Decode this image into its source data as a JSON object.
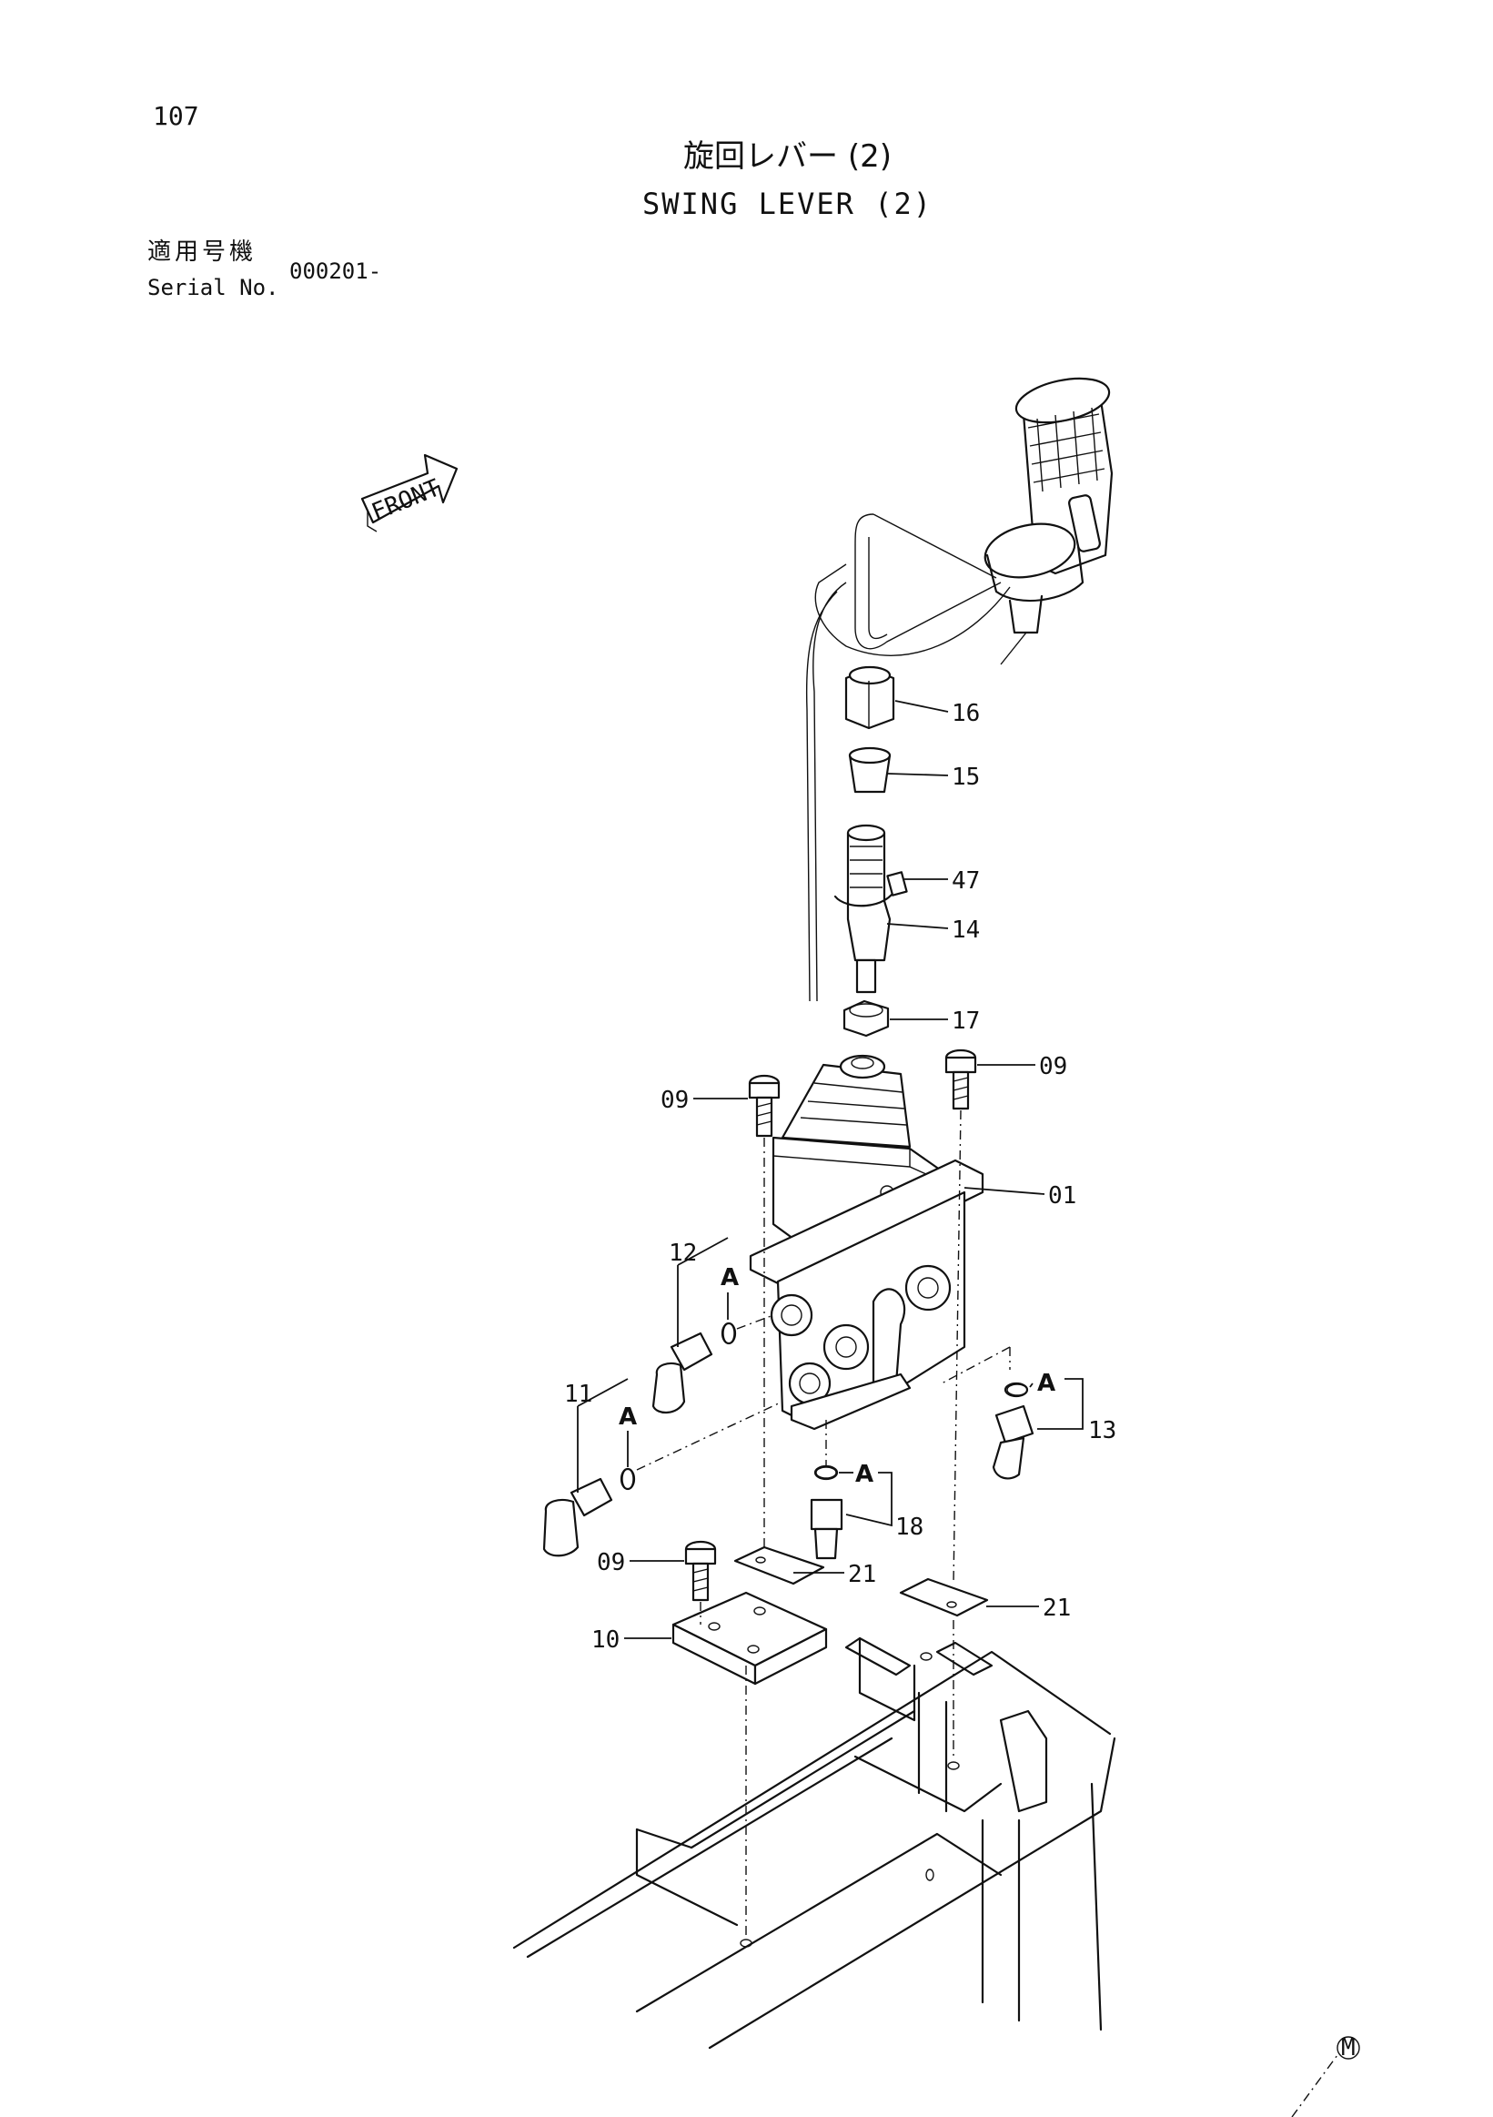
{
  "page": {
    "number": "107",
    "title_ja": "旋回レバー (2)",
    "title_en": "SWING LEVER (2)",
    "serial_label_ja": "適用号機",
    "serial_label_en": "Serial No.",
    "serial_value": "000201-",
    "front_label": "FRONT",
    "mark": "M"
  },
  "callouts": {
    "p16": "16",
    "p15": "15",
    "p47": "47",
    "p14": "14",
    "p17": "17",
    "p09_right": "09",
    "p09_left": "09",
    "p01": "01",
    "p12": "12",
    "p12_a": "A",
    "p11": "11",
    "p11_a": "A",
    "p13_a": "A",
    "p13": "13",
    "p18_a": "A",
    "p18": "18",
    "p09_bottom": "09",
    "p21_left": "21",
    "p21_right": "21",
    "p10": "10"
  }
}
